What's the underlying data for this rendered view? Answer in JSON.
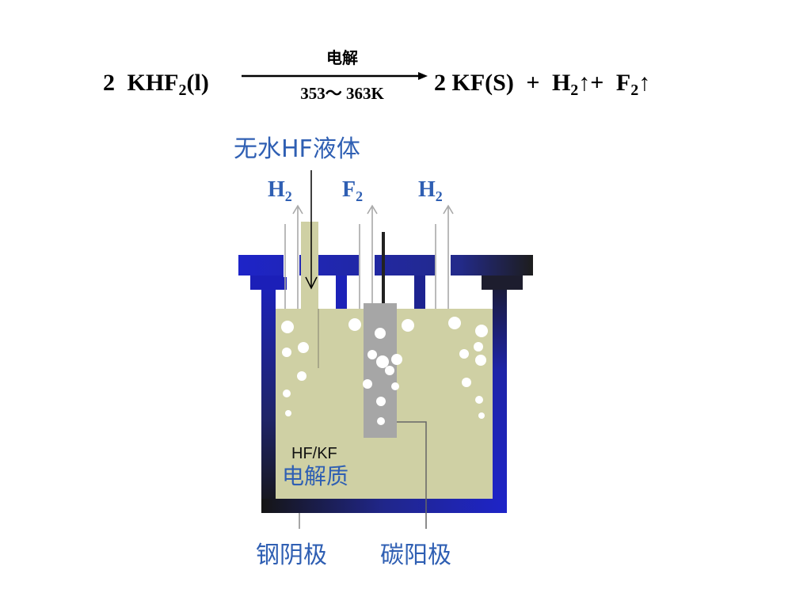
{
  "equation": {
    "reactant_coef": "2",
    "reactant_formula": "KHF",
    "reactant_sub": "2",
    "reactant_state": "(l)",
    "condition_top": "电解",
    "condition_bottom": "353～ 363K",
    "product_kf": "2 KF(S)",
    "plus1": "+",
    "h2": "H",
    "h2_sub": "2",
    "gas1": "↑",
    "plus2": "+",
    "f2": "F",
    "f2_sub": "2",
    "gas2": "↑"
  },
  "labels": {
    "anhydrous_hf": "无水HF液体",
    "gas_left": {
      "symbol": "H",
      "sub": "2"
    },
    "gas_middle": {
      "symbol": "F",
      "sub": "2"
    },
    "gas_right": {
      "symbol": "H",
      "sub": "2"
    },
    "electrolyte_formula": "HF/KF",
    "electrolyte_label": "电解质",
    "steel_cathode": "钢阴极",
    "carbon_anode": "碳阳极"
  },
  "colors": {
    "text_blue": "#2f5fb3",
    "vessel_blue": "#1b1fa8",
    "vessel_dark": "#1a1a1a",
    "electrolyte": "#cfd0a4",
    "anode_gray": "#a6a6a6"
  }
}
